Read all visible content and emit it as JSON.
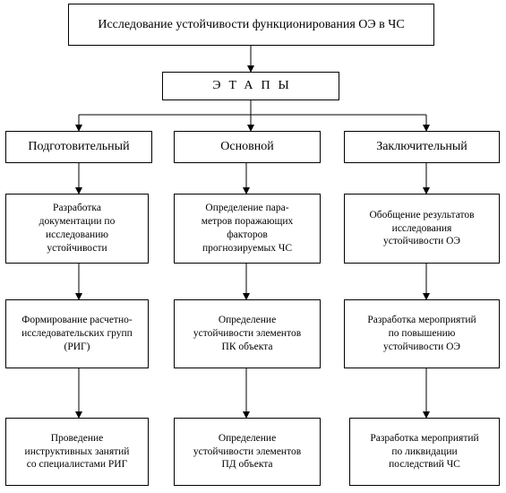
{
  "title": "Исследование устойчивости функционирования ОЭ в ЧС",
  "stages_label": "ЭТАПЫ",
  "columns": [
    {
      "stage": "Подготовительный",
      "steps": [
        "Разработка\nдокументации по\nисследованию\nустойчивости",
        "Формирование расчетно-\nисследовательских групп\n(РИГ)",
        "Проведение\nинструктивных занятий\nсо специалистами РИГ"
      ]
    },
    {
      "stage": "Основной",
      "steps": [
        "Определение пара-\nметров поражающих\nфакторов\nпрогнозируемых ЧС",
        "Определение\nустойчивости элементов\nПК объекта",
        "Определение\nустойчивости элементов\nПД объекта"
      ]
    },
    {
      "stage": "Заключительный",
      "steps": [
        "Обобщение результатов\nисследования\nустойчивости ОЭ",
        "Разработка мероприятий\nпо повышению\nустойчивости ОЭ",
        "Разработка мероприятий\nпо ликвидации\nпоследствий ЧС"
      ]
    }
  ]
}
